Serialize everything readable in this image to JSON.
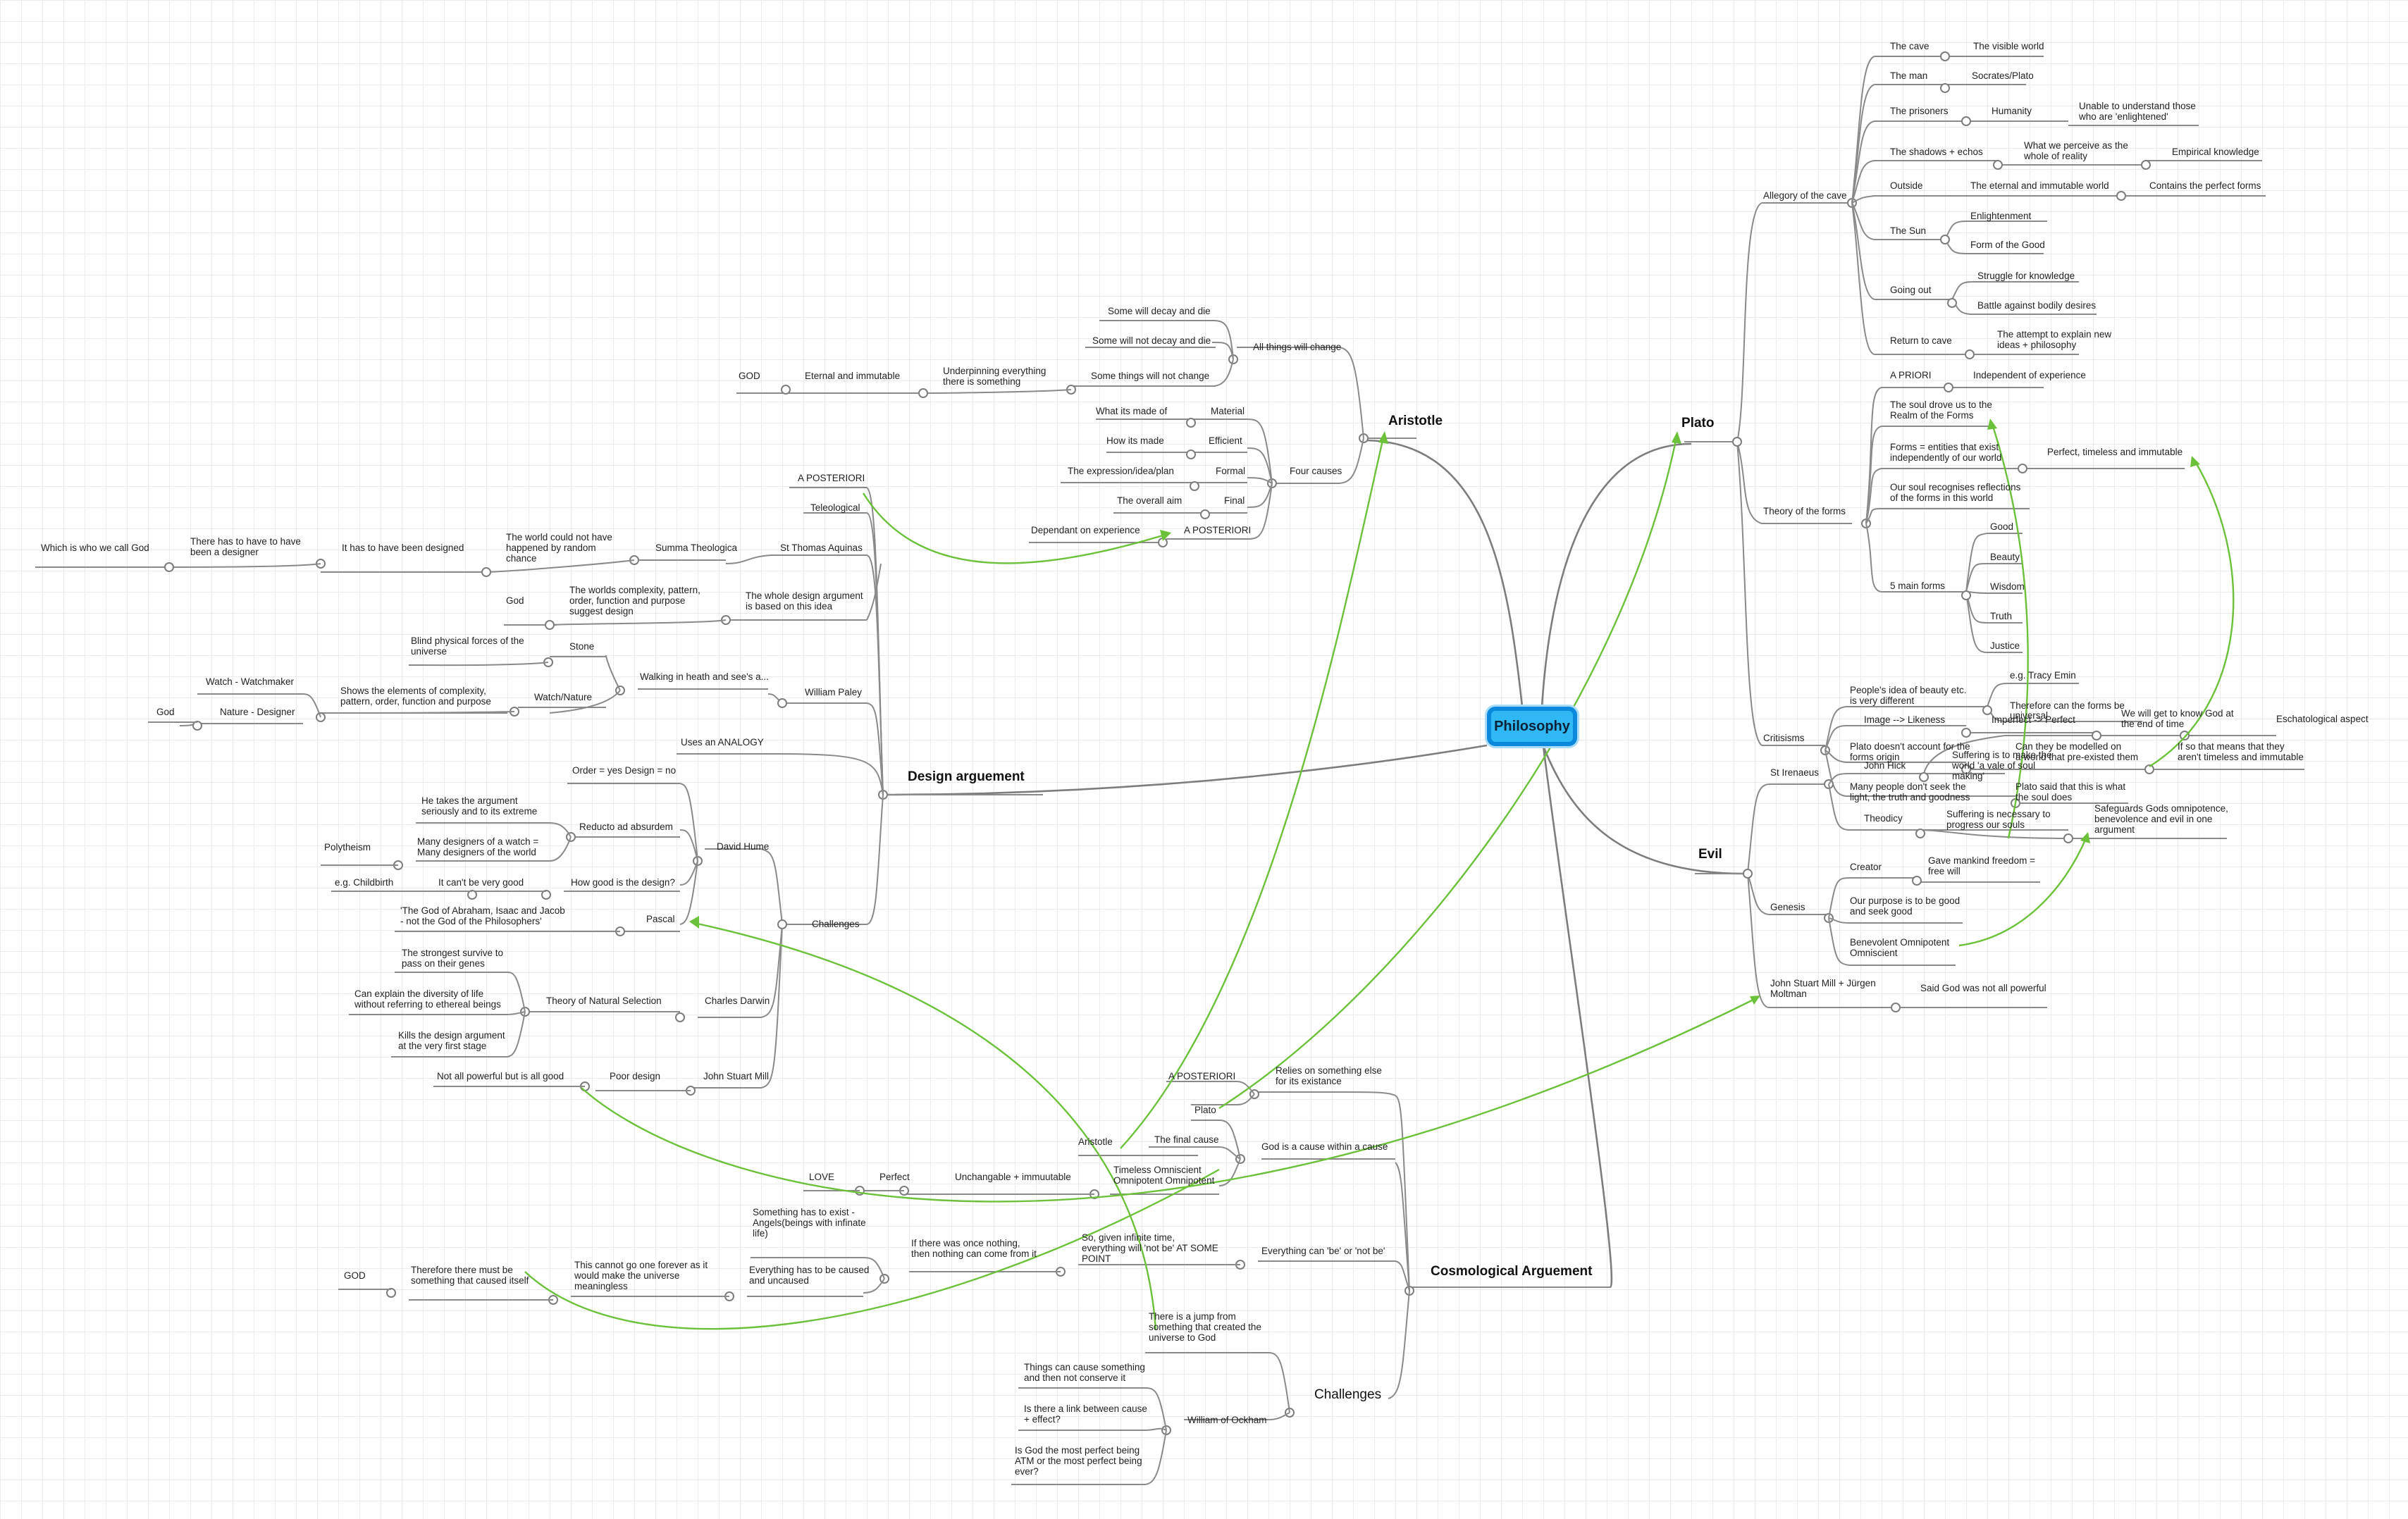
{
  "central": "Philosophy",
  "branches": {
    "plato": "Plato",
    "aristotle": "Aristotle",
    "design": "Design arguement",
    "evil": "Evil",
    "cosmo": "Cosmological Arguement",
    "cosmo_challenges": "Challenges"
  },
  "plato": {
    "allegory": "Allegory of the cave",
    "forms": "Theory of the forms",
    "critisisms": "Critisisms",
    "cave": "The cave",
    "visible_world": "The visible world",
    "man": "The man",
    "socrates": "Socrates/Plato",
    "prisoners": "The prisoners",
    "humanity": "Humanity",
    "unable_1": "Unable to understand those",
    "unable_2": "who are 'enlightened'",
    "shadows": "The shadows + echos",
    "perceive_1": "What we perceive as the",
    "perceive_2": "whole of reality",
    "empirical": "Empirical knowledge",
    "outside": "Outside",
    "eternal_world": "The eternal and immutable world",
    "contains_forms": "Contains the perfect forms",
    "sun": "The Sun",
    "enlightenment": "Enlightenment",
    "form_good": "Form of the Good",
    "going_out": "Going out",
    "struggle": "Struggle for knowledge",
    "battle": "Battle against bodily desires",
    "return": "Return to cave",
    "attempt_1": "The attempt to explain new",
    "attempt_2": "ideas + philosophy",
    "apriori": "A PRIORI",
    "independent": "Independent of experience",
    "soul_drove_1": "The soul drove us to the",
    "soul_drove_2": "Realm of the Forms",
    "forms_entities_1": "Forms = entities that exist",
    "forms_entities_2": "independently of our world",
    "perfect_timeless": "Perfect, timeless and immutable",
    "soul_recog_1": "Our soul recognises reflections",
    "soul_recog_2": "of the forms in this world",
    "five_forms": "5 main forms",
    "good": "Good",
    "beauty": "Beauty",
    "wisdom": "Wisdom",
    "truth": "Truth",
    "justice": "Justice",
    "beauty_idea_1": "People's idea of beauty etc.",
    "beauty_idea_2": "is very different",
    "tracy": "e.g. Tracy Emin",
    "therefore_forms_1": "Therefore can the forms be",
    "therefore_forms_2": "universal",
    "likeness": "Image --> Likeness",
    "imperfect": "Imperfect -> Perfect",
    "doesnt_account_1": "Plato doesn't account for the",
    "doesnt_account_2": "forms origin",
    "modelled_1": "Can they be modelled on",
    "modelled_2": "a world that pre-existed them",
    "if_so_1": "If so that means that they",
    "if_so_2": "aren't timeless and immutable",
    "many_people_1": "Many people don't seek the",
    "many_people_2": "light, the truth and goodness",
    "plato_said_1": "Plato said that this is what",
    "plato_said_2": "the soul does"
  },
  "evil": {
    "irenaeus": "St Irenaeus",
    "john_hick": "John Hick",
    "vale_1": "Suffering is to make the",
    "vale_2": "world 'a vale of soul",
    "vale_3": "making'",
    "know_god_1": "We will get to know God at",
    "know_god_2": "the end of time",
    "eschatological": "Eschatological aspect",
    "theodicy": "Theodicy",
    "suffering_1": "Suffering is necessary to",
    "suffering_2": "progress our souls",
    "safeguards_1": "Safeguards Gods omnipotence,",
    "safeguards_2": "benevolence and evil in one",
    "safeguards_3": "argument",
    "genesis": "Genesis",
    "creator": "Creator",
    "freedom_1": "Gave mankind freedom =",
    "freedom_2": "free will",
    "purpose_1": "Our purpose is to be good",
    "purpose_2": "and seek good",
    "benevolent_1": "Benevolent Omnipotent",
    "benevolent_2": "Omniscient",
    "mill_1": "John Stuart Mill + Jürgen",
    "mill_2": "Moltman",
    "not_powerful": "Said God was not all powerful"
  },
  "aristotle": {
    "all_change": "All things will change",
    "decay": "Some will decay and die",
    "not_decay": "Some will not decay and die",
    "not_change": "Some things will not change",
    "underpinning_1": "Underpinning everything",
    "underpinning_2": "there is something",
    "eternal": "Eternal and immutable",
    "god": "GOD",
    "four_causes": "Four causes",
    "made_of": "What its made of",
    "material": "Material",
    "how_made": "How its made",
    "efficient": "Efficient",
    "expression": "The expression/idea/plan",
    "formal": "Formal",
    "overall_aim": "The overall aim",
    "final": "Final",
    "aposteriori": "A POSTERIORI",
    "dependant": "Dependant on experience"
  },
  "design": {
    "aposteriori": "A POSTERIORI",
    "teleological": "Teleological",
    "aquinas": "St Thomas Aquinas",
    "summa": "Summa Theologica",
    "random_1": "The world could not have",
    "random_2": "happened by random",
    "random_3": "chance",
    "designed": "It has to have been designed",
    "designer_1": "There has to have to have",
    "designer_2": "been a designer",
    "call_god": "Which is who we call God",
    "whole_1": "The whole design argument",
    "whole_2": "is based on this idea",
    "complexity_1": "The worlds complexity, pattern,",
    "complexity_2": "order, function and purpose",
    "complexity_3": "suggest design",
    "god": "God",
    "paley": "William Paley",
    "walking": "Walking in heath and see's a...",
    "stone": "Stone",
    "blind_1": "Blind physical forces of the",
    "blind_2": "universe",
    "watch": "Watch/Nature",
    "elements_1": "Shows the elements of complexity,",
    "elements_2": "pattern, order, function and purpose",
    "watchmaker": "Watch - Watchmaker",
    "nature_designer": "Nature - Designer",
    "god2": "God",
    "analogy": "Uses an ANALOGY",
    "challenges": "Challenges",
    "hume": "David Hume",
    "order_design": "Order = yes Design = no",
    "reducto": "Reducto ad absurdem",
    "takes_1": "He takes the argument",
    "takes_2": "seriously and to its extreme",
    "many_1": "Many designers of a watch =",
    "many_2": "Many designers of the world",
    "polytheism": "Polytheism",
    "how_good": "How good is the design?",
    "cant_good": "It can't be very good",
    "childbirth": "e.g. Childbirth",
    "pascal": "Pascal",
    "abraham_1": "'The God of Abraham, Isaac and Jacob",
    "abraham_2": "- not the God of the Philosophers'",
    "darwin": "Charles Darwin",
    "natural_selection": "Theory of Natural Selection",
    "strongest_1": "The strongest survive to",
    "strongest_2": "pass on their genes",
    "diversity_1": "Can explain the diversity of life",
    "diversity_2": "without referring to ethereal beings",
    "kills_1": "Kills the design argument",
    "kills_2": "at the very first stage",
    "mill": "John Stuart Mill",
    "poor": "Poor design",
    "not_all": "Not all powerful but is all good"
  },
  "cosmo": {
    "aposteriori": "A POSTERIORI",
    "relies_1": "Relies on something else",
    "relies_2": "for its existance",
    "plato": "Plato",
    "aristotle": "Aristotle",
    "final_cause": "The final cause",
    "god_cause": "God is a cause within a cause",
    "timeless_1": "Timeless Omniscient",
    "timeless_2": "Omnipotent Omnipotent",
    "unchangable": "Unchangable + immuutable",
    "perfect": "Perfect",
    "love": "LOVE",
    "be_not": "Everything can 'be' or 'not be'",
    "infinite_1": "So, given infinite time,",
    "infinite_2": "everything will 'not be' AT SOME",
    "infinite_3": "POINT",
    "once_1": "If there was once nothing,",
    "once_2": "then nothing can come from it",
    "angels_1": "Something has to exist -",
    "angels_2": "Angels(beings with infinate",
    "angels_3": "life)",
    "caused_1": "Everything has to be caused",
    "caused_2": "and uncaused",
    "forever_1": "This cannot go one forever as it",
    "forever_2": "would make the universe",
    "forever_3": "meaningless",
    "caused_itself_1": "Therefore there must be",
    "caused_itself_2": "something that caused itself",
    "god": "GOD",
    "jump_1": "There is a jump from",
    "jump_2": "something  that created the",
    "jump_3": "universe to God",
    "ockham": "William of Ockham",
    "conserve_1": "Things can cause something",
    "conserve_2": "and then not conserve it",
    "link_1": "Is there a link between cause",
    "link_2": "+ effect?",
    "perfect_1": "Is God the most perfect being",
    "perfect_2": "ATM or the most perfect being",
    "perfect_3": "ever?"
  },
  "colors": {
    "central_fill": "#2fb8f3",
    "central_border": "#0a88db",
    "edges": "#8a8a8a",
    "cross_links": "#6cc13a"
  }
}
